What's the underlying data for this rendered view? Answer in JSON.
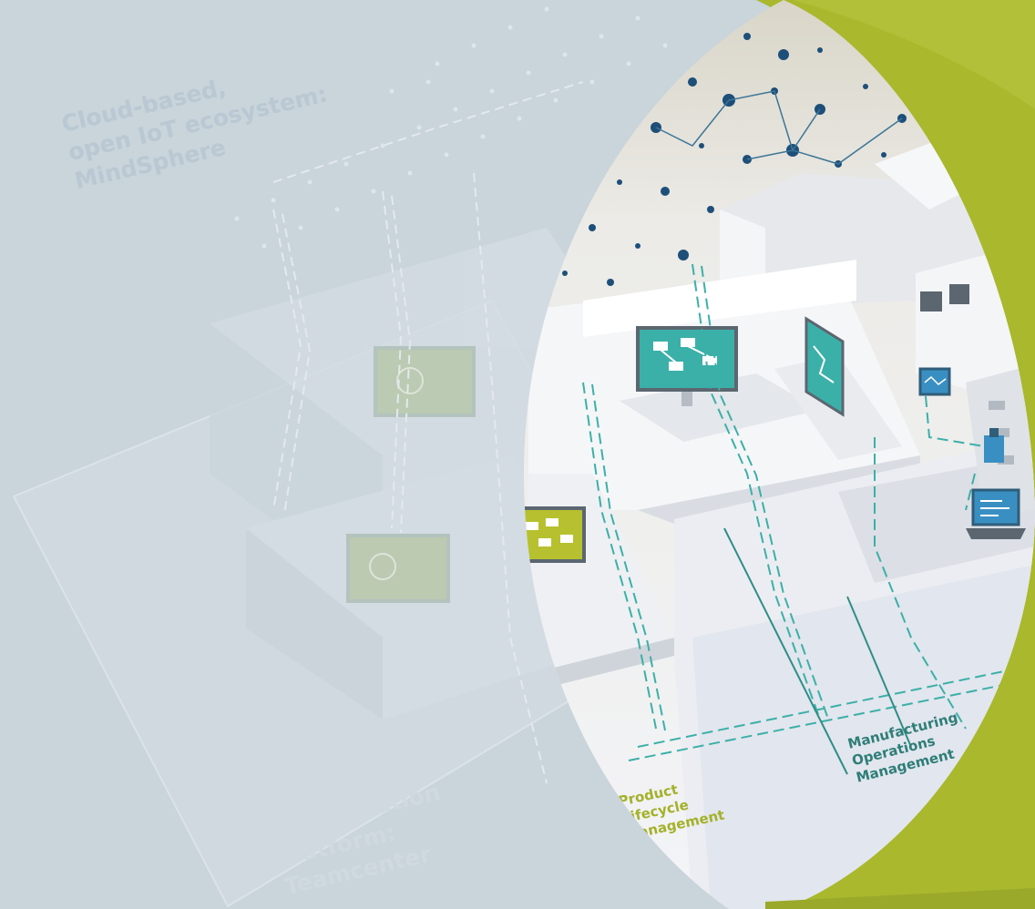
{
  "labels": {
    "mindsphere": [
      "Cloud-based,",
      "open IoT ecosystem:",
      "MindSphere"
    ],
    "teamcenter": [
      "Collaboration",
      "platform:",
      "Teamcenter"
    ],
    "plm": [
      "Product",
      "Lifecycle",
      "Management"
    ],
    "mom": [
      "Manufacturing",
      "Operations",
      "Management"
    ]
  },
  "colors": {
    "background": "#c8d3da",
    "accent_green": "#aab82f",
    "accent_teal": "#3bb0a8",
    "dot_blue": "#1d4f79",
    "building": "#eef0f3",
    "faded_text": "#b9c8d2"
  },
  "icons": [
    "monitor-icon",
    "laptop-icon",
    "tablet-icon",
    "machine-icon"
  ]
}
